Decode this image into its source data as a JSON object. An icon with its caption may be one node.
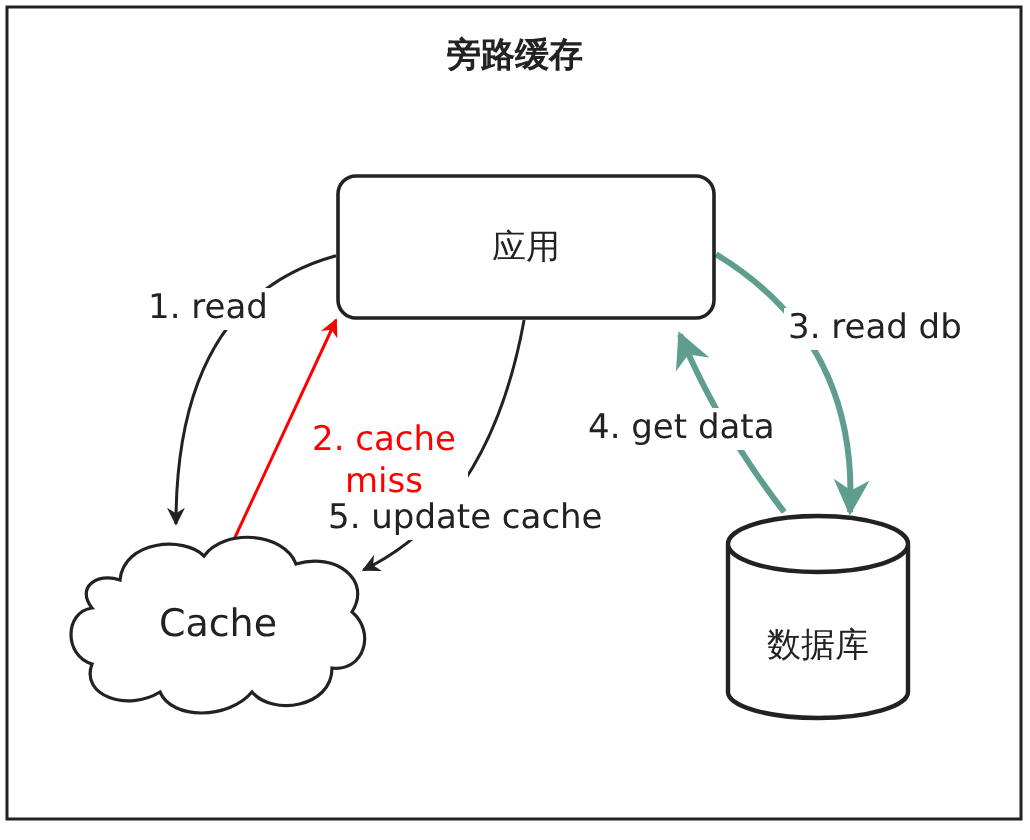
{
  "diagram": {
    "title": "旁路缓存",
    "nodes": [
      {
        "text": [
          "应用"
        ]
      },
      {
        "text": [
          "Cache"
        ]
      },
      {
        "text": [
          "数据库"
        ]
      }
    ],
    "edges": [
      {
        "from": 0,
        "to": 1,
        "arrow": "to",
        "label": "1. read"
      },
      {
        "from": 1,
        "to": 0,
        "arrow": "to",
        "label": "2. cache miss",
        "color": "#ff0000"
      },
      {
        "from": 0,
        "to": 2,
        "arrow": "to",
        "label": "3. read db",
        "color": "#5f9e8f",
        "style": "thick"
      },
      {
        "from": 2,
        "to": 0,
        "arrow": "to",
        "label": "4. get data",
        "color": "#5f9e8f",
        "style": "thick"
      },
      {
        "from": 0,
        "to": 1,
        "arrow": "to",
        "label": "5. update cache"
      }
    ]
  }
}
